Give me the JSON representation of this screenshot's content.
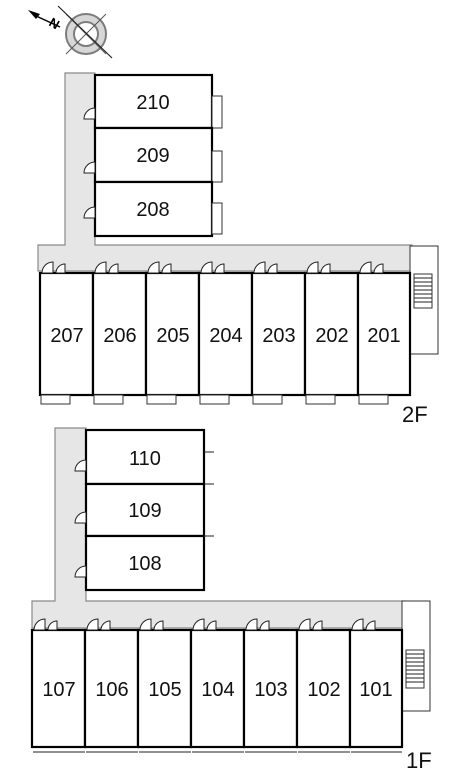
{
  "compass": {
    "letter": "N"
  },
  "floors": [
    {
      "label": "2F",
      "north_rooms": [
        "210",
        "209",
        "208"
      ],
      "south_rooms": [
        "207",
        "206",
        "205",
        "204",
        "203",
        "202",
        "201"
      ]
    },
    {
      "label": "1F",
      "north_rooms": [
        "110",
        "109",
        "108"
      ],
      "south_rooms": [
        "107",
        "106",
        "105",
        "104",
        "103",
        "102",
        "101"
      ]
    }
  ]
}
